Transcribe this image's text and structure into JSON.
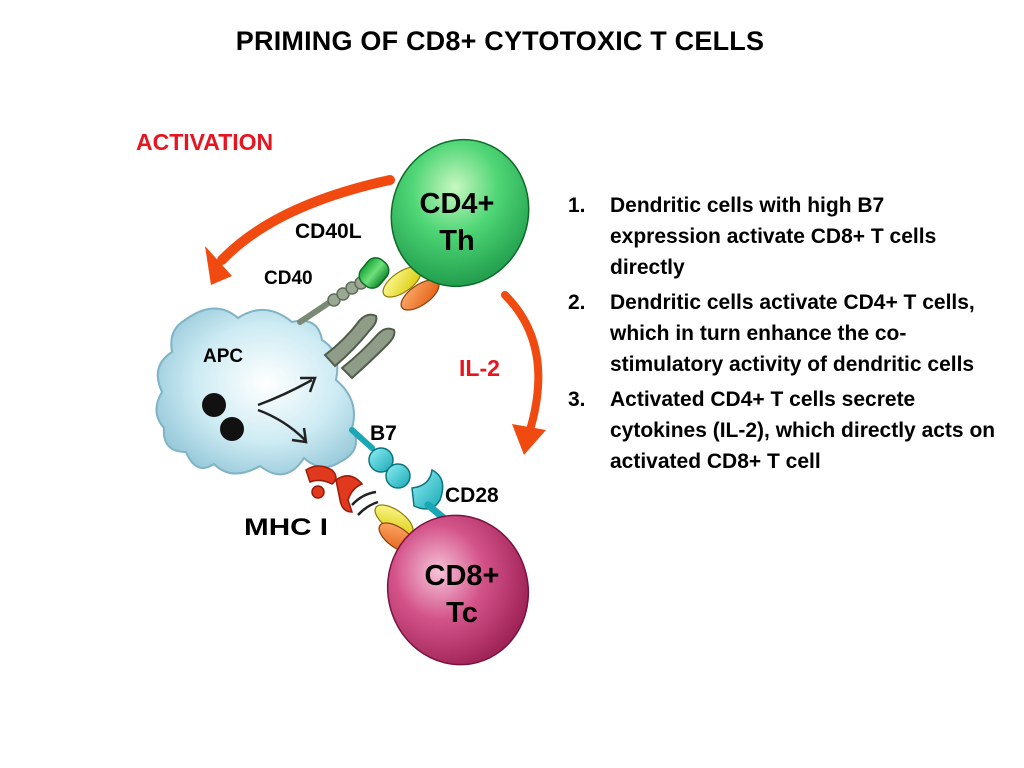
{
  "title": "PRIMING OF CD8+ CYTOTOXIC T CELLS",
  "diagram": {
    "activation_label": "ACTIVATION",
    "cd4_cell": {
      "line1": "CD4+",
      "line2": "Th"
    },
    "cd8_cell": {
      "line1": "CD8+",
      "line2": "Tc"
    },
    "apc_label": "APC",
    "cd40l_label": "CD40L",
    "cd40_label": "CD40",
    "il2_label": "IL-2",
    "b7_label": "B7",
    "cd28_label": "CD28",
    "mhc_label": "MHC I",
    "colors": {
      "arrow": "#f04a10",
      "label_red": "#e8141e",
      "cd4": "#3fcf6f",
      "cd8": "#d04a7e",
      "apc": "#b9e3ee"
    }
  },
  "notes": [
    {
      "num": "1.",
      "text": "Dendritic cells with high B7 expression activate CD8+ T cells directly"
    },
    {
      "num": "2.",
      "text": "Dendritic cells activate CD4+ T cells, which in turn enhance the co-stimulatory activity of dendritic cells"
    },
    {
      "num": "3.",
      "text": "Activated CD4+ T cells secrete cytokines (IL-2), which directly acts on activated CD8+ T cell"
    }
  ]
}
